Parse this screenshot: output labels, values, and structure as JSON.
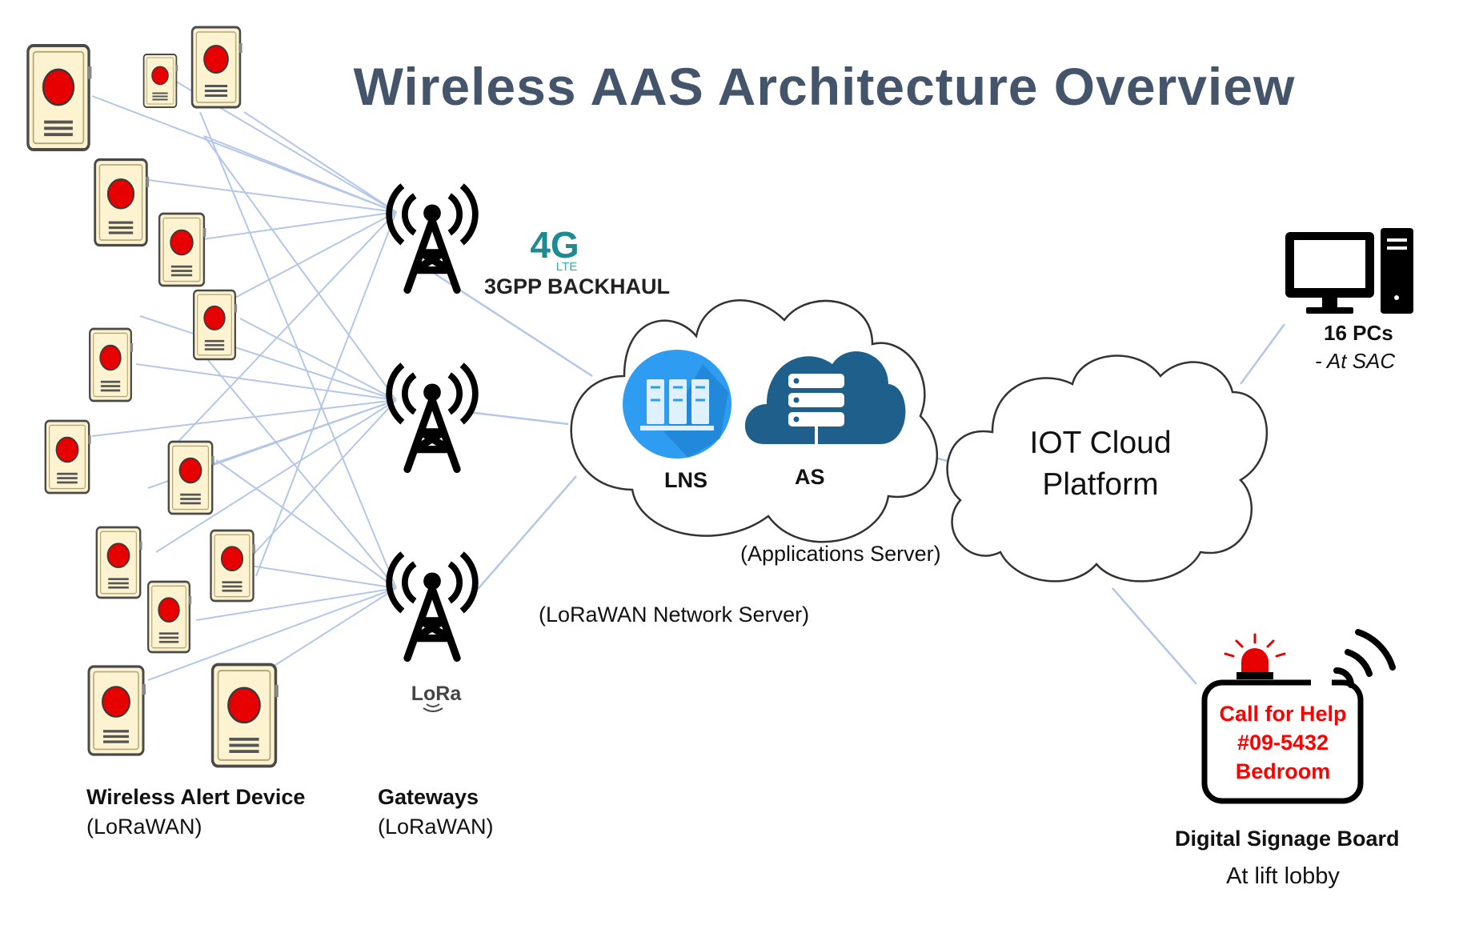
{
  "title": "Wireless AAS Architecture Overview",
  "backhaul": {
    "badge_main": "4G",
    "badge_sub": "LTE",
    "label": "3GPP BACKHAUL"
  },
  "network_cloud": {
    "lns_label": "LNS",
    "as_label": "AS"
  },
  "labels": {
    "app_server": "(Applications Server)",
    "network_server": "(LoRaWAN Network Server)",
    "lora_logo": "LoRa"
  },
  "iot_cloud": {
    "line1": "IOT Cloud",
    "line2": "Platform"
  },
  "pcs": {
    "count_label": "16 PCs",
    "location": "- At SAC"
  },
  "signage": {
    "screen_line1": "Call for Help",
    "screen_line2": "#09-5432",
    "screen_line3": "Bedroom",
    "title": "Digital Signage Board",
    "location": "At lift lobby"
  },
  "captions": {
    "devices_title": "Wireless Alert Device",
    "devices_sub": "(LoRaWAN)",
    "gateways_title": "Gateways",
    "gateways_sub": "(LoRaWAN)"
  },
  "colors": {
    "title": "#44546a",
    "link_line": "#b4c7e7",
    "device_fill": "#fdf3d0",
    "device_button": "#e60000",
    "alert_red": "#ff0000",
    "lns_blue": "#2e9cf0",
    "as_blue": "#1f5f8b"
  },
  "icons": [
    "alert-device-icon",
    "gateway-tower-icon",
    "server-rack-icon",
    "cloud-database-icon",
    "desktop-pc-icon",
    "siren-light-icon",
    "wireless-signal-icon"
  ]
}
